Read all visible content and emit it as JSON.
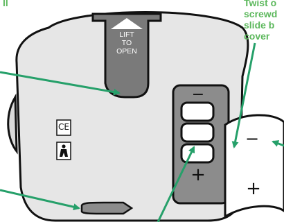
{
  "callouts": {
    "top_left": "ll",
    "top_right": "Twist o\nscrewd\nslide b\ncover"
  },
  "lift_tab": {
    "line1": "LIFT",
    "line2": "TO",
    "line3": "OPEN"
  },
  "battery": {
    "minus": "−",
    "plus": "+"
  },
  "cover": {
    "minus": "−",
    "plus": "+"
  },
  "marks": {
    "ce": "CE"
  },
  "colors": {
    "device": "#e6e6e6",
    "outline": "#111111",
    "arrow": "#26a06a",
    "callout_text": "#5cb85c",
    "compartment": "#8c8c8c",
    "tab": "#7a7a7a"
  }
}
